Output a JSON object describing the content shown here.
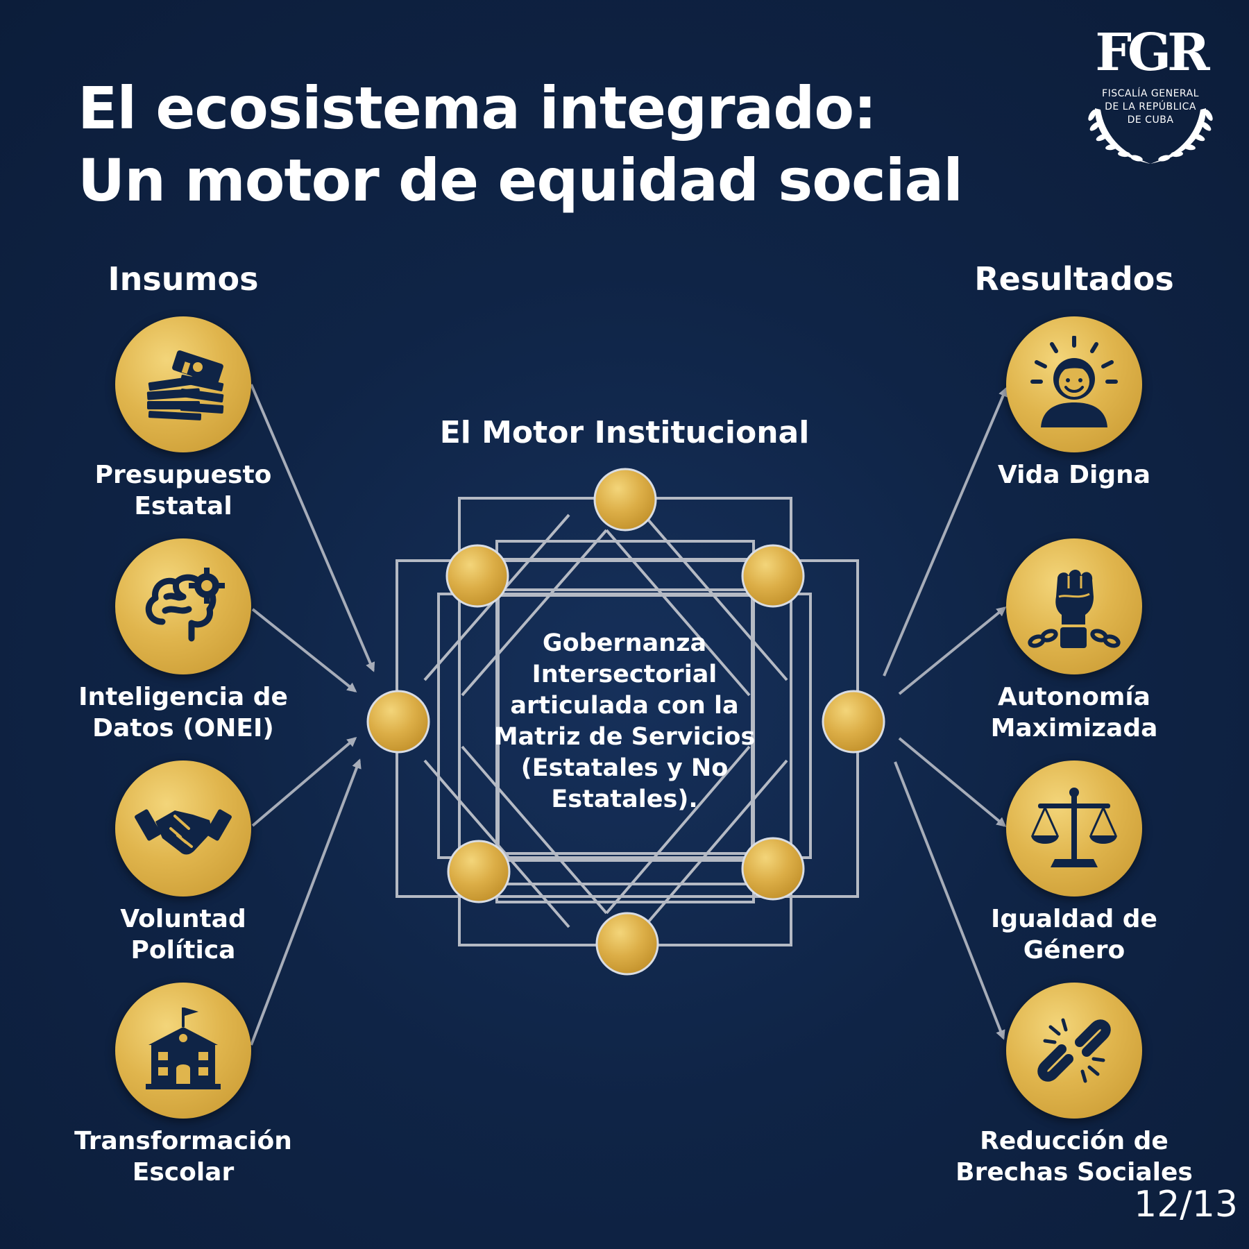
{
  "title": {
    "line1": "El ecosistema integrado:",
    "line2": "Un motor de equidad social"
  },
  "logo": {
    "mark": "FGR",
    "line1": "FISCALÍA GENERAL",
    "line2": "DE LA REPÚBLICA",
    "line3": "DE CUBA"
  },
  "inputs": {
    "heading": "Insumos",
    "items": [
      {
        "line1": "Presupuesto",
        "line2": "Estatal",
        "icon": "money-stack-icon"
      },
      {
        "line1": "Inteligencia de",
        "line2": "Datos (ONEI)",
        "icon": "brain-gear-icon"
      },
      {
        "line1": "Voluntad",
        "line2": "Política",
        "icon": "handshake-icon"
      },
      {
        "line1": "Transformación",
        "line2": "Escolar",
        "icon": "school-building-icon"
      }
    ]
  },
  "engine": {
    "heading": "El Motor Institucional",
    "text": [
      "Gobernanza",
      "Intersectorial",
      "articulada con la",
      "Matriz de Servicios",
      "(Estatales y No",
      "Estatales)."
    ]
  },
  "outputs": {
    "heading": "Resultados",
    "items": [
      {
        "line1": "Vida Digna",
        "line2": "",
        "icon": "smiling-person-icon"
      },
      {
        "line1": "Autonomía",
        "line2": "Maximizada",
        "icon": "raised-fist-broken-chain-icon"
      },
      {
        "line1": "Igualdad de",
        "line2": "Género",
        "icon": "scales-of-justice-icon"
      },
      {
        "line1": "Reducción de",
        "line2": "Brechas Sociales",
        "icon": "broken-link-icon"
      }
    ]
  },
  "page_number": "12/13",
  "colors": {
    "background": "#0e2142",
    "gold": "#e0b54d",
    "gold_light": "#f3d57a",
    "navy_icon": "#0f2446",
    "line": "#a7adb9"
  }
}
